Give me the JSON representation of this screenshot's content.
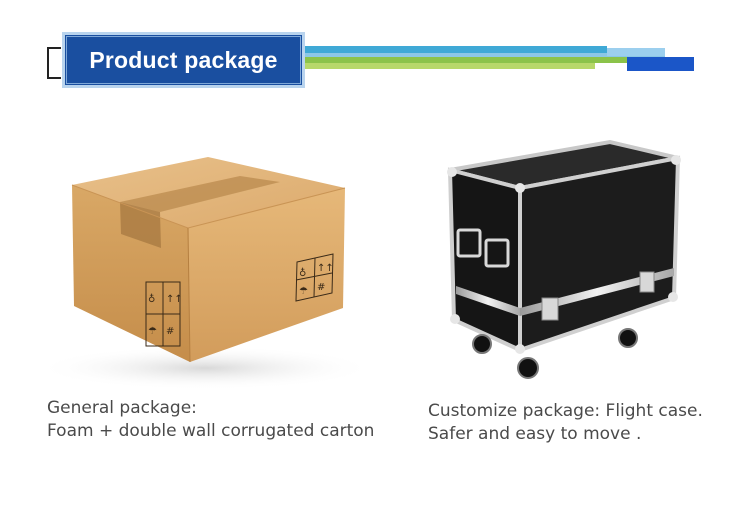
{
  "header": {
    "title": "Product package",
    "colors": {
      "title_bg": "#1a4fa0",
      "accent_blue": "#1b56c8",
      "accent_green": "#8bc34a",
      "accent_cyan": "#3fa9d6"
    }
  },
  "products": [
    {
      "image": "cardboard-box-image",
      "caption_line1": "General package:",
      "caption_line2": "Foam + double wall corrugated carton"
    },
    {
      "image": "flight-case-image",
      "caption_line1": "Customize package: Flight case.",
      "caption_line2": "Safer and easy to move ."
    }
  ]
}
